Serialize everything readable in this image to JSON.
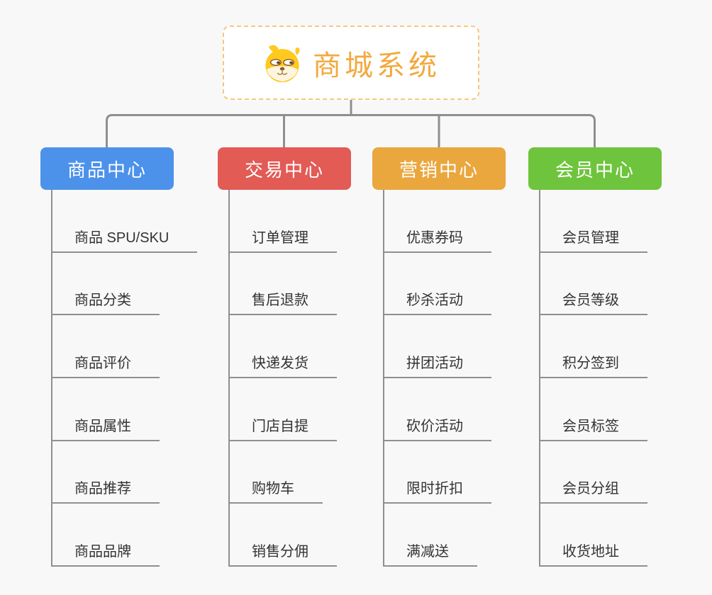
{
  "root": {
    "title": "商城系统",
    "icon": "shiba-dog-icon"
  },
  "branches": [
    {
      "label": "商品中心",
      "color": "#4c92ea",
      "children": [
        "商品 SPU/SKU",
        "商品分类",
        "商品评价",
        "商品属性",
        "商品推荐",
        "商品品牌"
      ]
    },
    {
      "label": "交易中心",
      "color": "#e25b55",
      "children": [
        "订单管理",
        "售后退款",
        "快递发货",
        "门店自提",
        "购物车",
        "销售分佣"
      ]
    },
    {
      "label": "营销中心",
      "color": "#eaa73e",
      "children": [
        "优惠券码",
        "秒杀活动",
        "拼团活动",
        "砍价活动",
        "限时折扣",
        "满减送"
      ]
    },
    {
      "label": "会员中心",
      "color": "#6ec43c",
      "children": [
        "会员管理",
        "会员等级",
        "积分签到",
        "会员标签",
        "会员分组",
        "收货地址"
      ]
    }
  ],
  "colors": {
    "background": "#f8f8f8",
    "connector": "#8f8f8f",
    "leaf_text": "#333333",
    "root_title": "#f2a93d",
    "root_border": "#f6c77f"
  }
}
